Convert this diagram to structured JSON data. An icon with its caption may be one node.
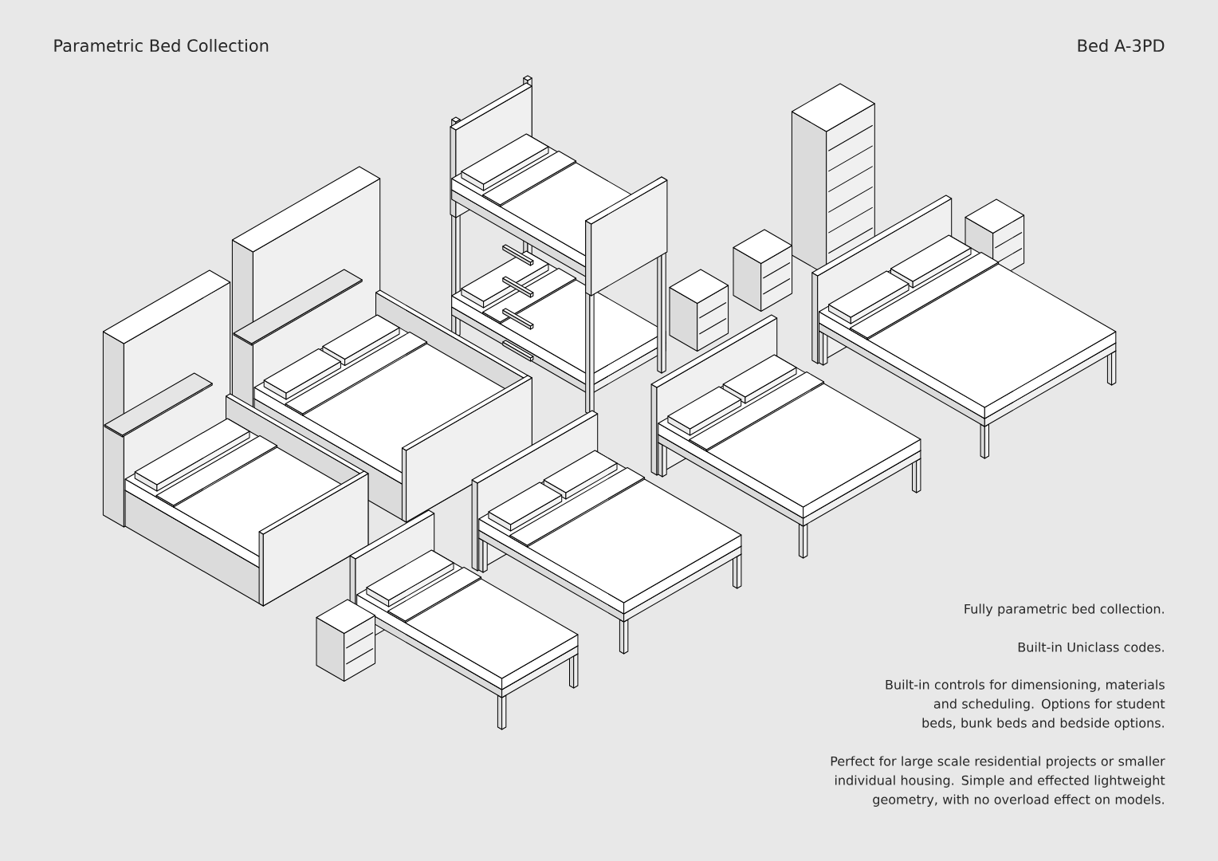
{
  "diagram": {
    "title": "Parametric Bed Collection",
    "labels": [
      "Bed A-3PD",
      "Fully parametric bed collection.",
      "Built-in Uniclass codes.",
      "Built-in controls for dimensioning, materials and scheduling. Options for student beds, bunk beds and bedside options.",
      "Perfect for large scale residential projects or smaller individual housing. Simple and effected lightweight geometry, with no overload effect on models."
    ]
  }
}
